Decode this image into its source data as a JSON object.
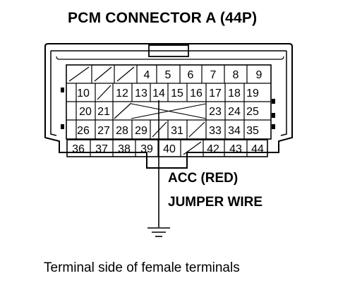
{
  "title": "PCM CONNECTOR A (44P)",
  "annotation": {
    "line1": "ACC (RED)",
    "line2": "JUMPER WIRE"
  },
  "caption": "Terminal side of female terminals",
  "connector": {
    "rows": [
      [
        "",
        "",
        "",
        "4",
        "5",
        "6",
        "7",
        "8",
        "9"
      ],
      [
        "10",
        "",
        "12",
        "13",
        "14",
        "15",
        "16",
        "17",
        "18",
        "19"
      ],
      [
        "20",
        "21",
        "",
        "",
        "",
        "",
        "23",
        "24",
        "25"
      ],
      [
        "26",
        "27",
        "28",
        "29",
        "",
        "31",
        "",
        "33",
        "34",
        "35"
      ],
      [
        "36",
        "37",
        "38",
        "39",
        "40",
        "",
        "42",
        "43",
        "44"
      ]
    ]
  }
}
